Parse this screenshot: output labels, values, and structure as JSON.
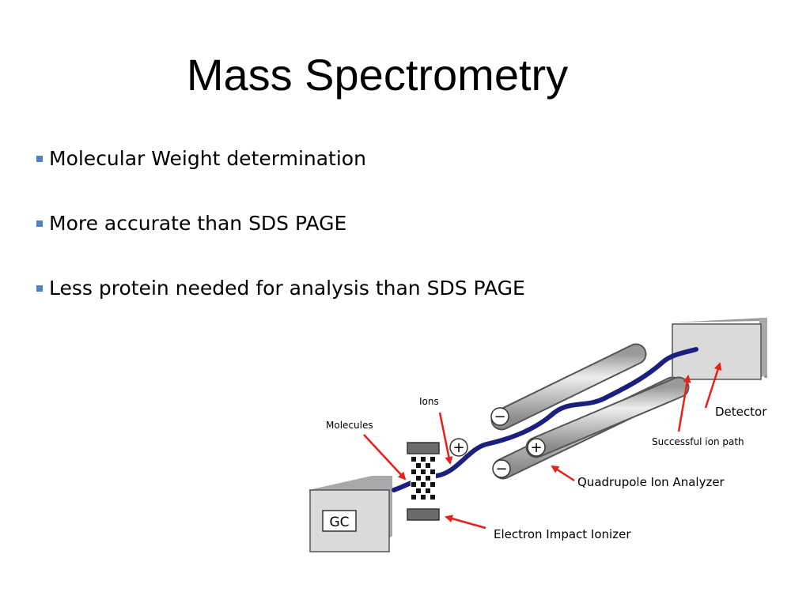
{
  "slide": {
    "title": "Mass Spectrometry",
    "bullet_color": "#4f81bd",
    "bullets": [
      "Molecular Weight determination",
      "More accurate than SDS PAGE",
      "Less protein needed for analysis than SDS PAGE"
    ]
  },
  "diagram": {
    "gc_label": "GC",
    "labels": {
      "molecules": "Molecules",
      "ions": "Ions",
      "detector": "Detector",
      "successful_ion_path": "Successful ion path",
      "quadrupole": "Quadrupole Ion Analyzer",
      "ionizer": "Electron Impact Ionizer"
    },
    "rod_signs": {
      "top_left": "−",
      "top_right": "+",
      "bottom_left": "+",
      "bottom_right": "−"
    },
    "colors": {
      "arrow": "#e8201a",
      "ion_path": "#1b1f7e",
      "rod": "#bdbdbd",
      "box": "#dadada"
    }
  }
}
